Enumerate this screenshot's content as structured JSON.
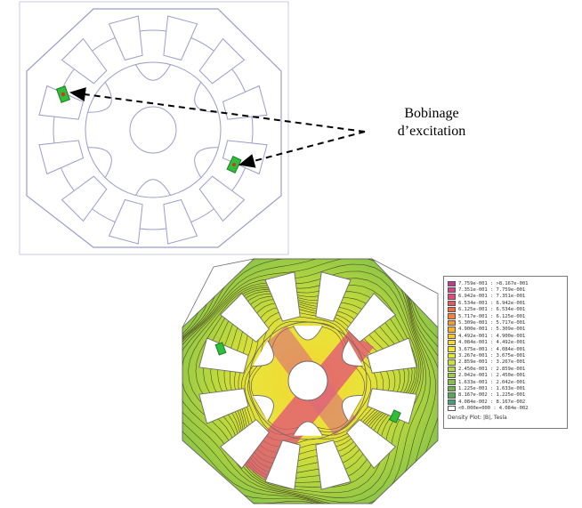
{
  "callout": {
    "line1": "Bobinage",
    "line2": "d’excitation"
  },
  "legend": {
    "rows": [
      {
        "label": "7.759e-001 : >8.167e-001",
        "color": "#c0398e"
      },
      {
        "label": "7.351e-001 : 7.759e-001",
        "color": "#d4438f"
      },
      {
        "label": "6.942e-001 : 7.351e-001",
        "color": "#e04a7a"
      },
      {
        "label": "6.534e-001 : 6.942e-001",
        "color": "#ea5560"
      },
      {
        "label": "6.125e-001 : 6.534e-001",
        "color": "#f06a46"
      },
      {
        "label": "5.717e-001 : 6.125e-001",
        "color": "#f58236"
      },
      {
        "label": "5.309e-001 : 5.717e-001",
        "color": "#f99a2c"
      },
      {
        "label": "4.900e-001 : 5.309e-001",
        "color": "#fcb027"
      },
      {
        "label": "4.492e-001 : 4.900e-001",
        "color": "#fdc526"
      },
      {
        "label": "4.084e-001 : 4.492e-001",
        "color": "#fbd928"
      },
      {
        "label": "3.675e-001 : 4.084e-001",
        "color": "#f2e52c"
      },
      {
        "label": "3.267e-001 : 3.675e-001",
        "color": "#e2e832"
      },
      {
        "label": "2.859e-001 : 3.267e-001",
        "color": "#cce23a"
      },
      {
        "label": "2.450e-001 : 2.859e-001",
        "color": "#b5d93f"
      },
      {
        "label": "2.042e-001 : 2.450e-001",
        "color": "#9ccd44"
      },
      {
        "label": "1.633e-001 : 2.042e-001",
        "color": "#84c049"
      },
      {
        "label": "1.225e-001 : 1.633e-001",
        "color": "#6db34f"
      },
      {
        "label": "8.167e-002 : 1.225e-001",
        "color": "#58a85a"
      },
      {
        "label": "4.084e-002 : 8.167e-002",
        "color": "#4a9e7a"
      },
      {
        "label": "<0.000e+000 : 4.084e-002",
        "color": "#ffffff"
      }
    ],
    "footer": "Density Plot: |B|, Tesla"
  }
}
